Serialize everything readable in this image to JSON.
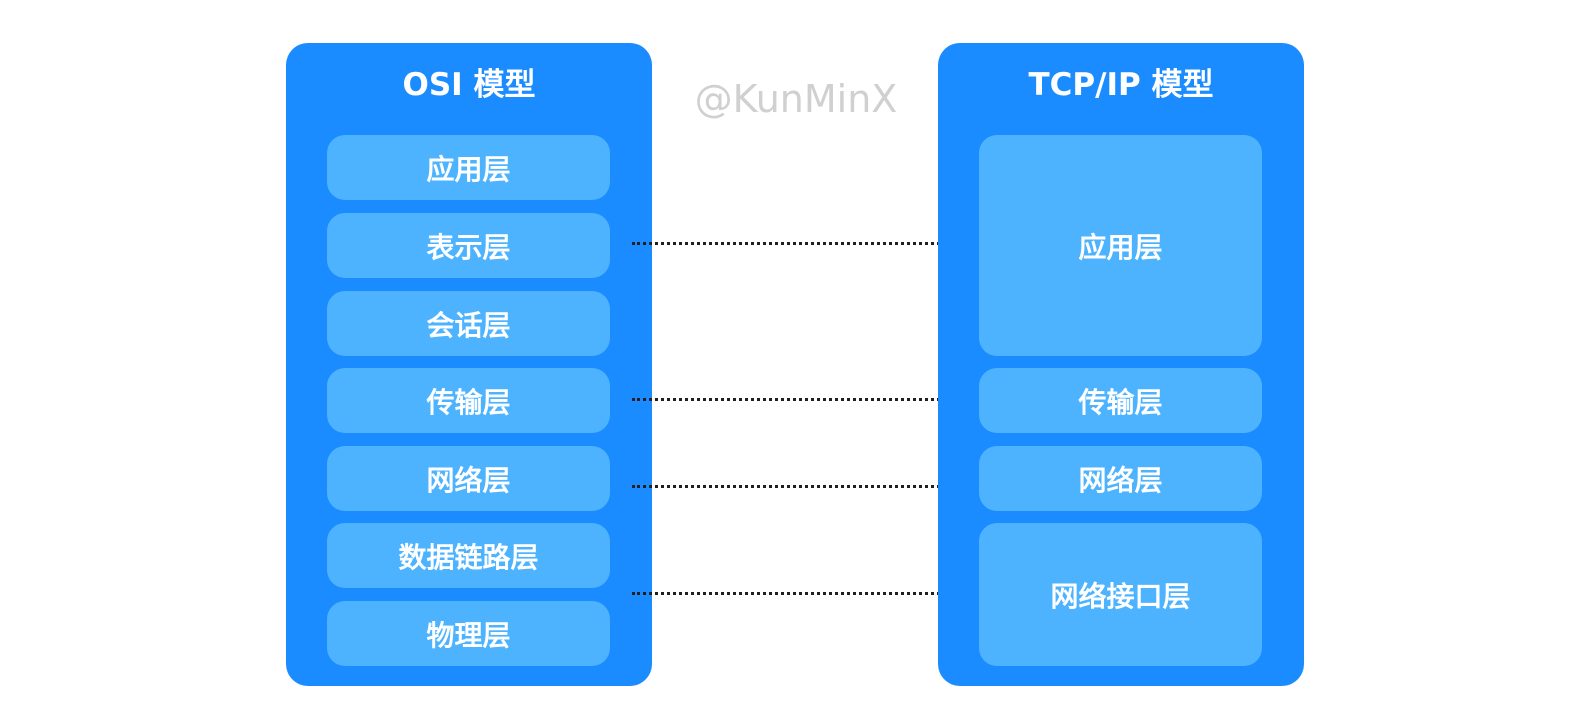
{
  "osi": {
    "title": "OSI 模型",
    "layers": [
      "应用层",
      "表示层",
      "会话层",
      "传输层",
      "网络层",
      "数据链路层",
      "物理层"
    ]
  },
  "tcpip": {
    "title": "TCP/IP 模型",
    "layers": [
      "应用层",
      "传输层",
      "网络层",
      "网络接口层"
    ]
  },
  "watermark": "@KunMinX",
  "colors": {
    "panel": "#1a8cff",
    "layer": "#4db3ff",
    "text": "#ffffff",
    "watermark": "#d0d0d0",
    "connector": "#1f1f1f"
  }
}
